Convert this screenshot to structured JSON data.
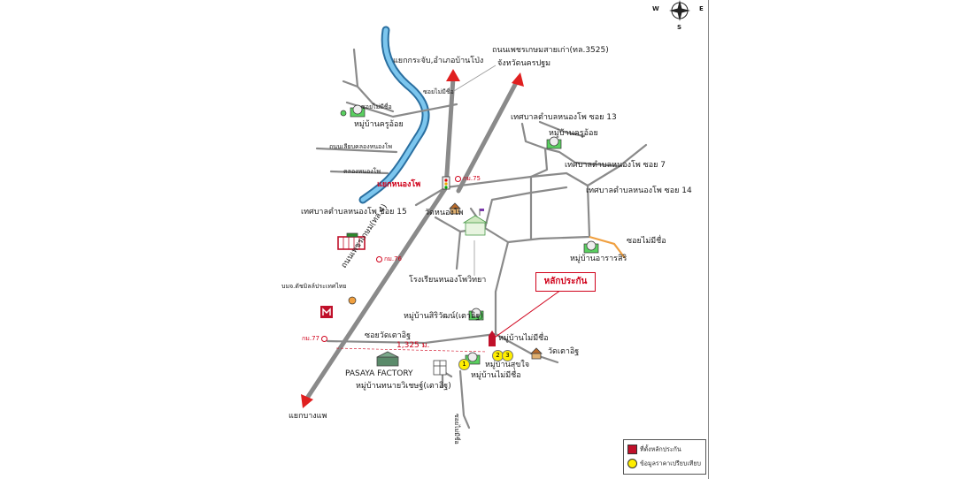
{
  "map": {
    "callout_label": "หลักประกัน",
    "distance_label": "1,325 ม.",
    "compass": {
      "west": "W",
      "east": "E",
      "south": "S"
    },
    "destinations": {
      "north_left": "แยกกระจับ,อำเภอบ้านโป่ง",
      "north_right_1": "ถนนเพชรเกษมสายเก่า(ทล.3525)",
      "north_right_2": "จังหวัดนครปฐม",
      "south": "แยกบางแพ"
    },
    "labels": {
      "soi_no_name_1": "ซอยไม่มีชื่อ",
      "soi_no_name_2": "ซอยไม่มีชื่อ",
      "village_kru_oi_1": "หมู่บ้านครูอ้อย",
      "road_klong": "ถนนเลียบคลองหนองโพ",
      "canal": "คลองหนองโพ",
      "intersection": "แยกหนองโพ",
      "municipal_soi_15": "เทศบาลตำบลหนองโพ ซอย 15",
      "municipal_soi_13": "เทศบาลตำบลหนองโพ ซอย 13",
      "village_kru_oi_2": "หมู่บ้านครูอ้อย",
      "municipal_soi_7": "เทศบาลตำบลหนองโพ ซอย 7",
      "municipal_soi_14": "เทศบาลตำบลหนองโพ ซอย 14",
      "wat_nong_pho": "วัดหนองโพ",
      "soi_no_name_3": "ซอยไม่มีชื่อ",
      "village_ararasiri": "หมู่บ้านอารารสิริ",
      "highway_4": "ถนนเพชรเกษม(ทล.4)",
      "school": "โรงเรียนหนองโพวิทยา",
      "company": "บมจ.ดัชมิลล์ประเทศไทย",
      "village_siriwat": "หมู่บ้านสิริวัฒน์(เตาอิฐ)",
      "soi_wat_tao_it": "ซอยวัดเตาอิฐ",
      "village_no_name": "หมู่บ้านไม่มีชื่อ",
      "wat_tao_it": "วัดเตาอิฐ",
      "village_suk_jai": "หมู่บ้านสุขใจ",
      "village_no_name_2": "หมู่บ้านไม่มีชื่อ",
      "factory": "PASAYA FACTORY",
      "village_thanai": "หมู่บ้านทนายวิเชษฐ์(เตาอิฐ)",
      "soi_no_name_4": "ซอยไม่มีชื่อ"
    },
    "km_markers": {
      "km75": "กม.75",
      "km76": "กม.76",
      "km77": "กม.77"
    },
    "comparables": [
      "1",
      "2",
      "3"
    ],
    "colors": {
      "road": "#8a8a8a",
      "river": "#3a8fc8",
      "arrow": "#e02020",
      "subject": "#c0102a",
      "highlight_road": "#f0a040",
      "comparable": "#ffee00"
    }
  },
  "legend": {
    "subject_label": "ที่ตั้งหลักประกัน",
    "comparable_label": "ข้อมูลราคาเปรียบเทียบ"
  }
}
